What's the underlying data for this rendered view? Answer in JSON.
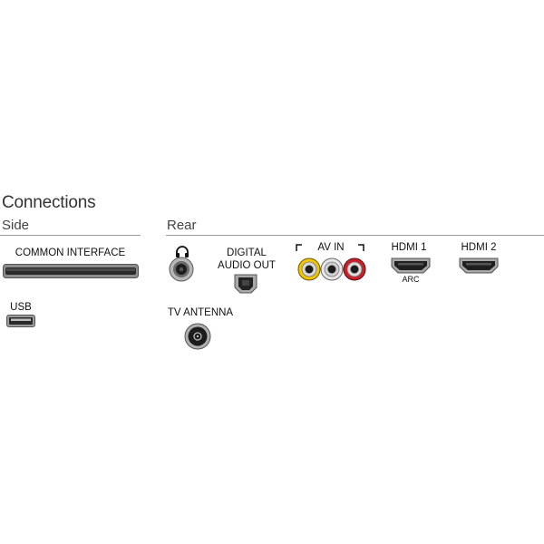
{
  "title": "Connections",
  "sections": {
    "side": {
      "label": "Side"
    },
    "rear": {
      "label": "Rear"
    }
  },
  "ports": {
    "common_interface": {
      "label": "COMMON INTERFACE"
    },
    "usb": {
      "label": "USB"
    },
    "headphone": {
      "icon": "headphones-icon"
    },
    "digital_audio_out": {
      "label_line1": "DIGITAL",
      "label_line2": "AUDIO OUT"
    },
    "av_in": {
      "label": "AV IN",
      "jack_colors": [
        "#f2c500",
        "#e8e8e8",
        "#cc1f2a"
      ]
    },
    "hdmi1": {
      "label": "HDMI 1",
      "sub_label": "ARC"
    },
    "hdmi2": {
      "label": "HDMI 2"
    },
    "tv_antenna": {
      "label": "TV ANTENNA"
    }
  }
}
